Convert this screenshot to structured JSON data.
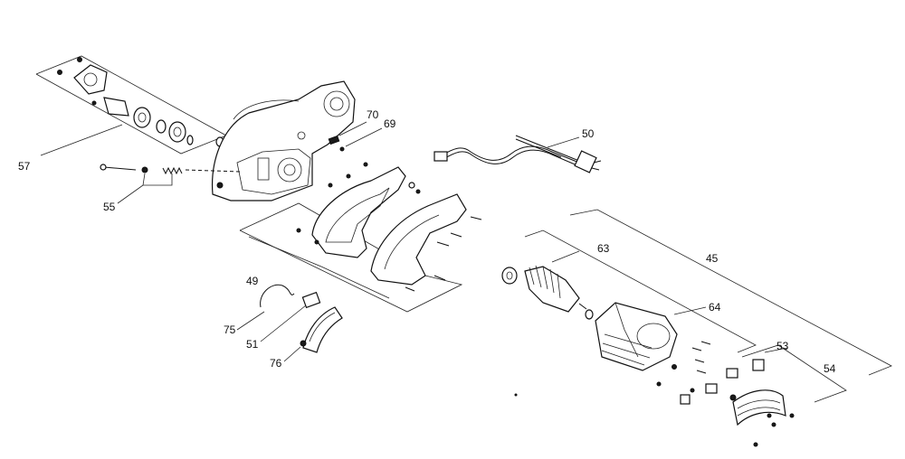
{
  "diagram": {
    "part_numbers": {
      "p57": "57",
      "p55": "55",
      "p49": "49",
      "p70": "70",
      "p69": "69",
      "p50": "50",
      "p63": "63",
      "p45": "45",
      "p64": "64",
      "p53": "53",
      "p54": "54",
      "p75": "75",
      "p51": "51",
      "p76": "76"
    }
  }
}
